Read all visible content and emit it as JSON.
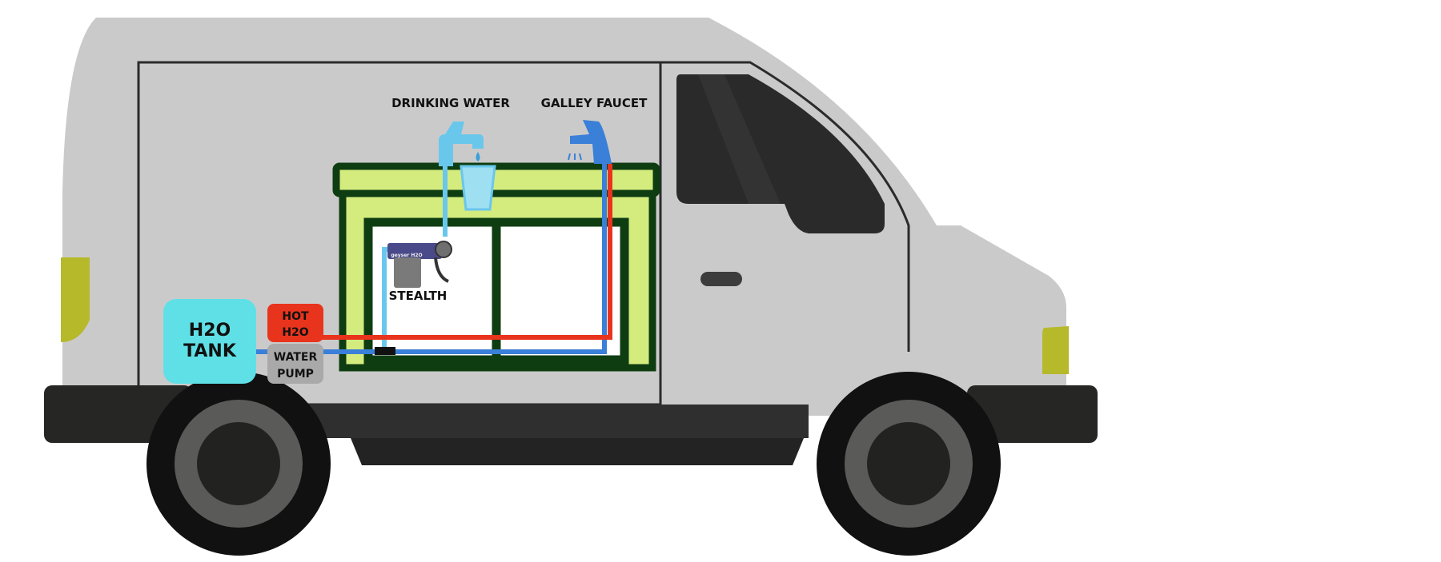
{
  "labels": {
    "drinking_water": "DRINKING WATER",
    "galley_faucet": "GALLEY FAUCET",
    "filter": "STEALTH",
    "filter_brand": "geyser H2O",
    "tank_line1": "H2O",
    "tank_line2": "TANK",
    "hot_line1": "HOT",
    "hot_line2": "H2O",
    "pump_line1": "WATER",
    "pump_line2": "PUMP"
  },
  "colors": {
    "van_body": "#cbcaca",
    "van_outline": "#2b2b2b",
    "glass": "#2a2a2a",
    "tire": "#111111",
    "hub": "#5a5a58",
    "bumper": "#262624",
    "headlight": "#b5b92a",
    "cabinet_frame": "#0f3d12",
    "cabinet_fill": "#d4ec7e",
    "cold_water": "#3a7fd8",
    "drinking_water_line": "#6ac7ec",
    "hot_water": "#e8341c",
    "tank": "#5fe0e6",
    "hot_box": "#e8341c",
    "pump_box": "#a9a9a9",
    "faucet_drinking": "#6ac7ec",
    "faucet_galley": "#3a7fd8",
    "filter_housing": "#7a7a7a"
  }
}
